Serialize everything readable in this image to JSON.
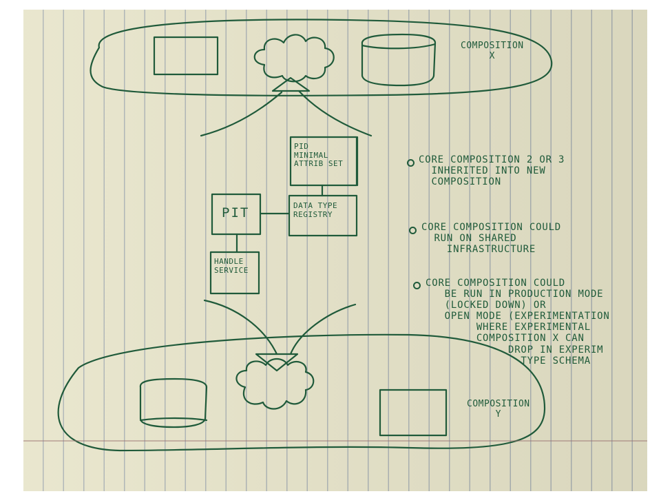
{
  "diagram": {
    "composition_x": {
      "label": "COMPOSITION\nX"
    },
    "composition_y": {
      "label": "COMPOSITION\nY"
    },
    "pid_box": {
      "label": "PID\nMINIMAL\nATTRIB SET"
    },
    "data_type_registry": {
      "label": "DATA TYPE\nREGISTRY"
    },
    "pit": {
      "label": "PIT"
    },
    "handle_service": {
      "label": "HANDLE\nSERVICE"
    }
  },
  "notes": [
    {
      "text": "CORE COMPOSITION 2 OR 3\n  INHERITED INTO NEW\n  COMPOSITION"
    },
    {
      "text": "CORE COMPOSITION COULD\n  RUN ON SHARED\n    INFRASTRUCTURE"
    },
    {
      "text": "CORE COMPOSITION COULD\n   BE RUN IN PRODUCTION MODE\n   (LOCKED DOWN) OR\n   OPEN MODE (EXPERIMENTATION\n        WHERE EXPERIMENTAL\n        COMPOSITION X CAN\n             DROP IN EXPERIM\n               TYPE SCHEMA"
    }
  ],
  "colors": {
    "ink": "#1f5a3a",
    "paper": "#e7e4c9"
  }
}
